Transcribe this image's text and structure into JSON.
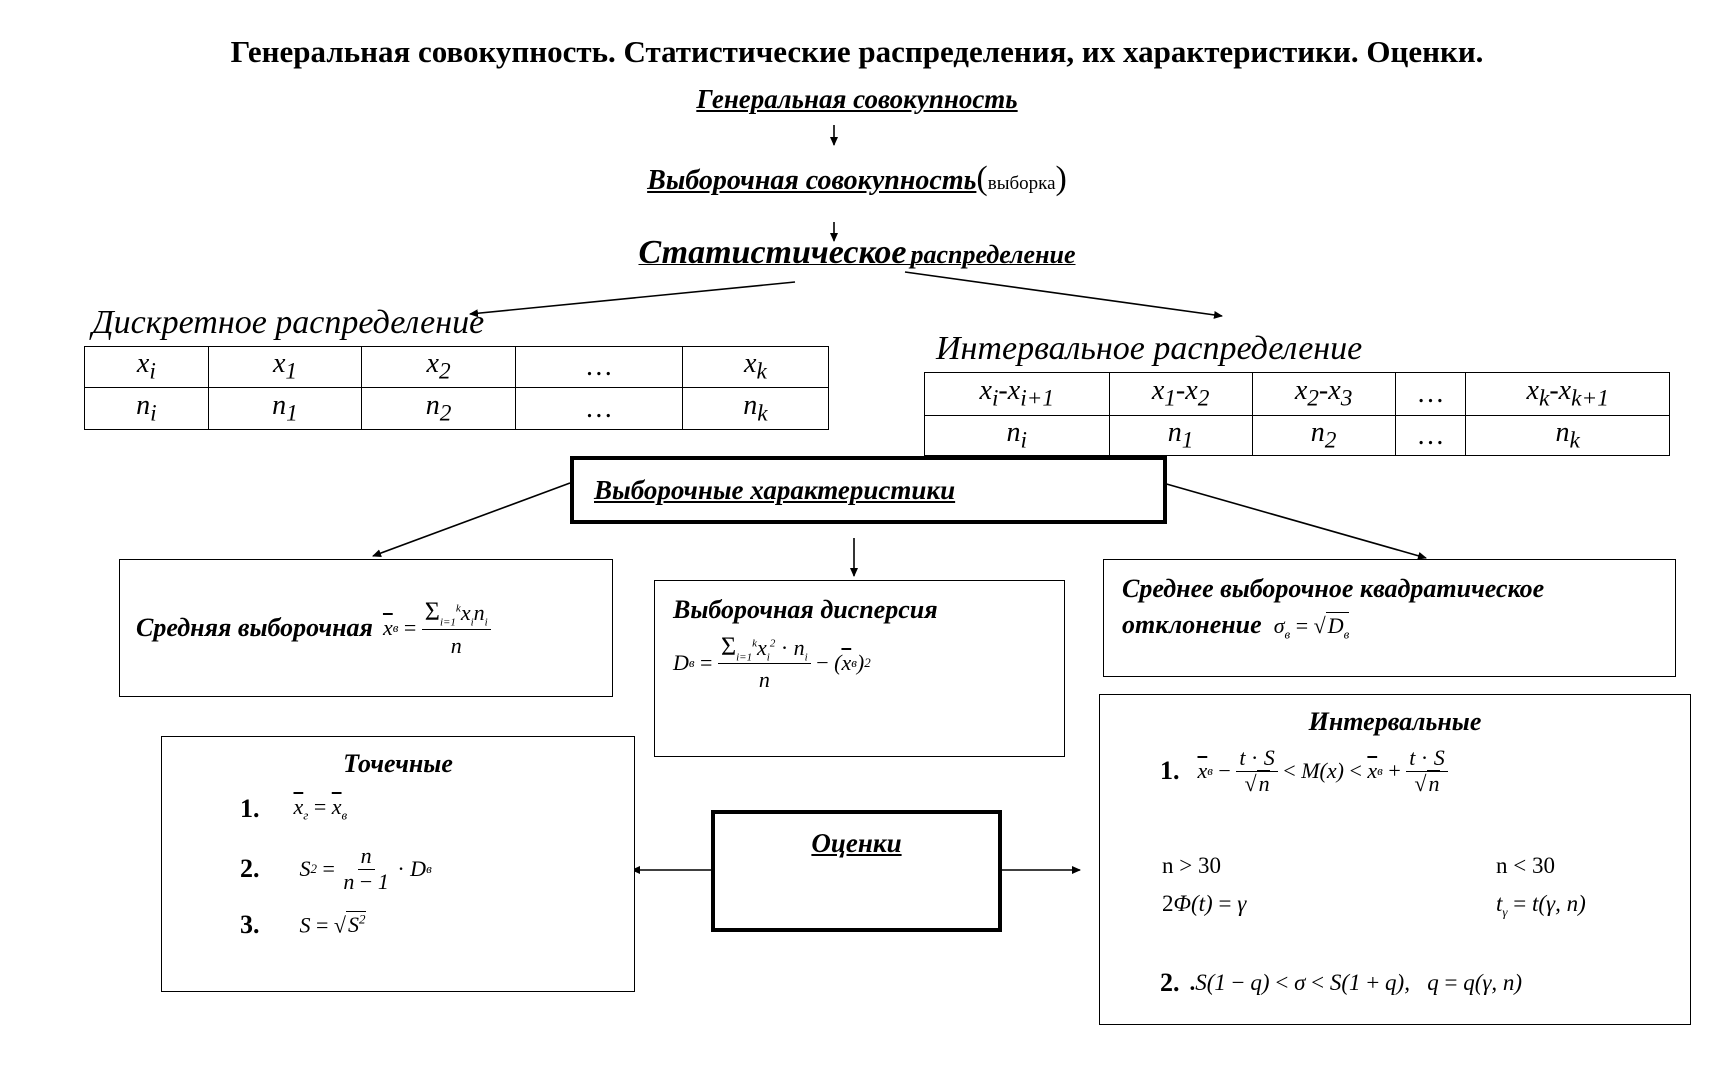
{
  "title": "Генеральная совокупность. Статистические распределения, их характеристики. Оценки.",
  "flow": {
    "general": "Генеральная совокупность",
    "sample": "Выборочная совокупность",
    "sample_note": "выборка",
    "statistical": "Статистическое",
    "distribution_word": "распределение"
  },
  "discrete": {
    "title": "Дискретное распределение",
    "rows": [
      [
        "x_i",
        "x_1",
        "x_2",
        "...",
        "x_k"
      ],
      [
        "n_i",
        "n_1",
        "n_2",
        "...",
        "n_k"
      ]
    ]
  },
  "interval_dist": {
    "title": "Интервальное распределение",
    "rows": [
      [
        "x_i-x_i+1",
        "x_1-x_2",
        "x_2-x_3",
        "...",
        "x_k-x_k+1"
      ],
      [
        "n_i",
        "n_1",
        "n_2",
        "...",
        "n_k"
      ]
    ]
  },
  "characteristics": {
    "title": "Выборочные характеристики",
    "mean_label": "Средняя выборочная",
    "variance_label": "Выборочная дисперсия",
    "std_label_1": "Среднее выборочное квадратическое",
    "std_label_2": "отклонение"
  },
  "estimates": {
    "title": "Оценки",
    "point_title": "Точечные",
    "point_items": [
      "1.",
      "2.",
      "3."
    ],
    "interval_title": "Интервальные",
    "interval_items": [
      "1.",
      "2."
    ],
    "large_sample": "n > 30",
    "small_sample": "n < 30"
  }
}
